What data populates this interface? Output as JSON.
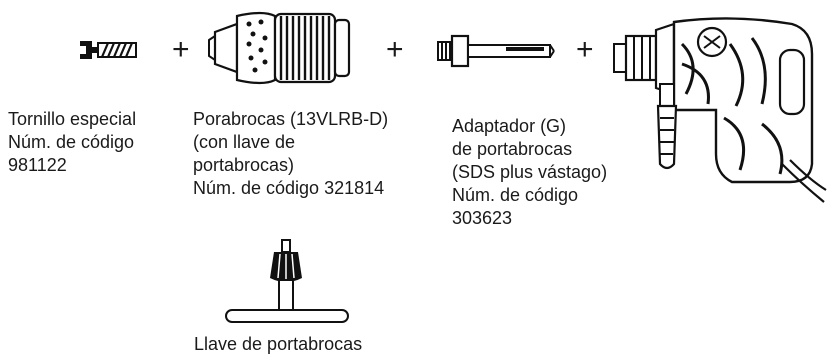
{
  "parts": [
    {
      "id": "special-screw",
      "lines": [
        "Tornillo especial",
        "Núm. de código",
        "981122"
      ]
    },
    {
      "id": "drill-chuck",
      "lines": [
        "Porabrocas (13VLRB-D)",
        "(con llave de",
        "portabrocas)",
        "Núm. de código 321814"
      ]
    },
    {
      "id": "chuck-adapter",
      "lines": [
        "Adaptador (G)",
        "de portabrocas",
        "(SDS plus vástago)",
        "Núm. de código",
        "303623"
      ]
    },
    {
      "id": "chuck-key",
      "lines": [
        "Llave de portabrocas"
      ]
    }
  ],
  "operators": [
    "+",
    "+",
    "+"
  ]
}
